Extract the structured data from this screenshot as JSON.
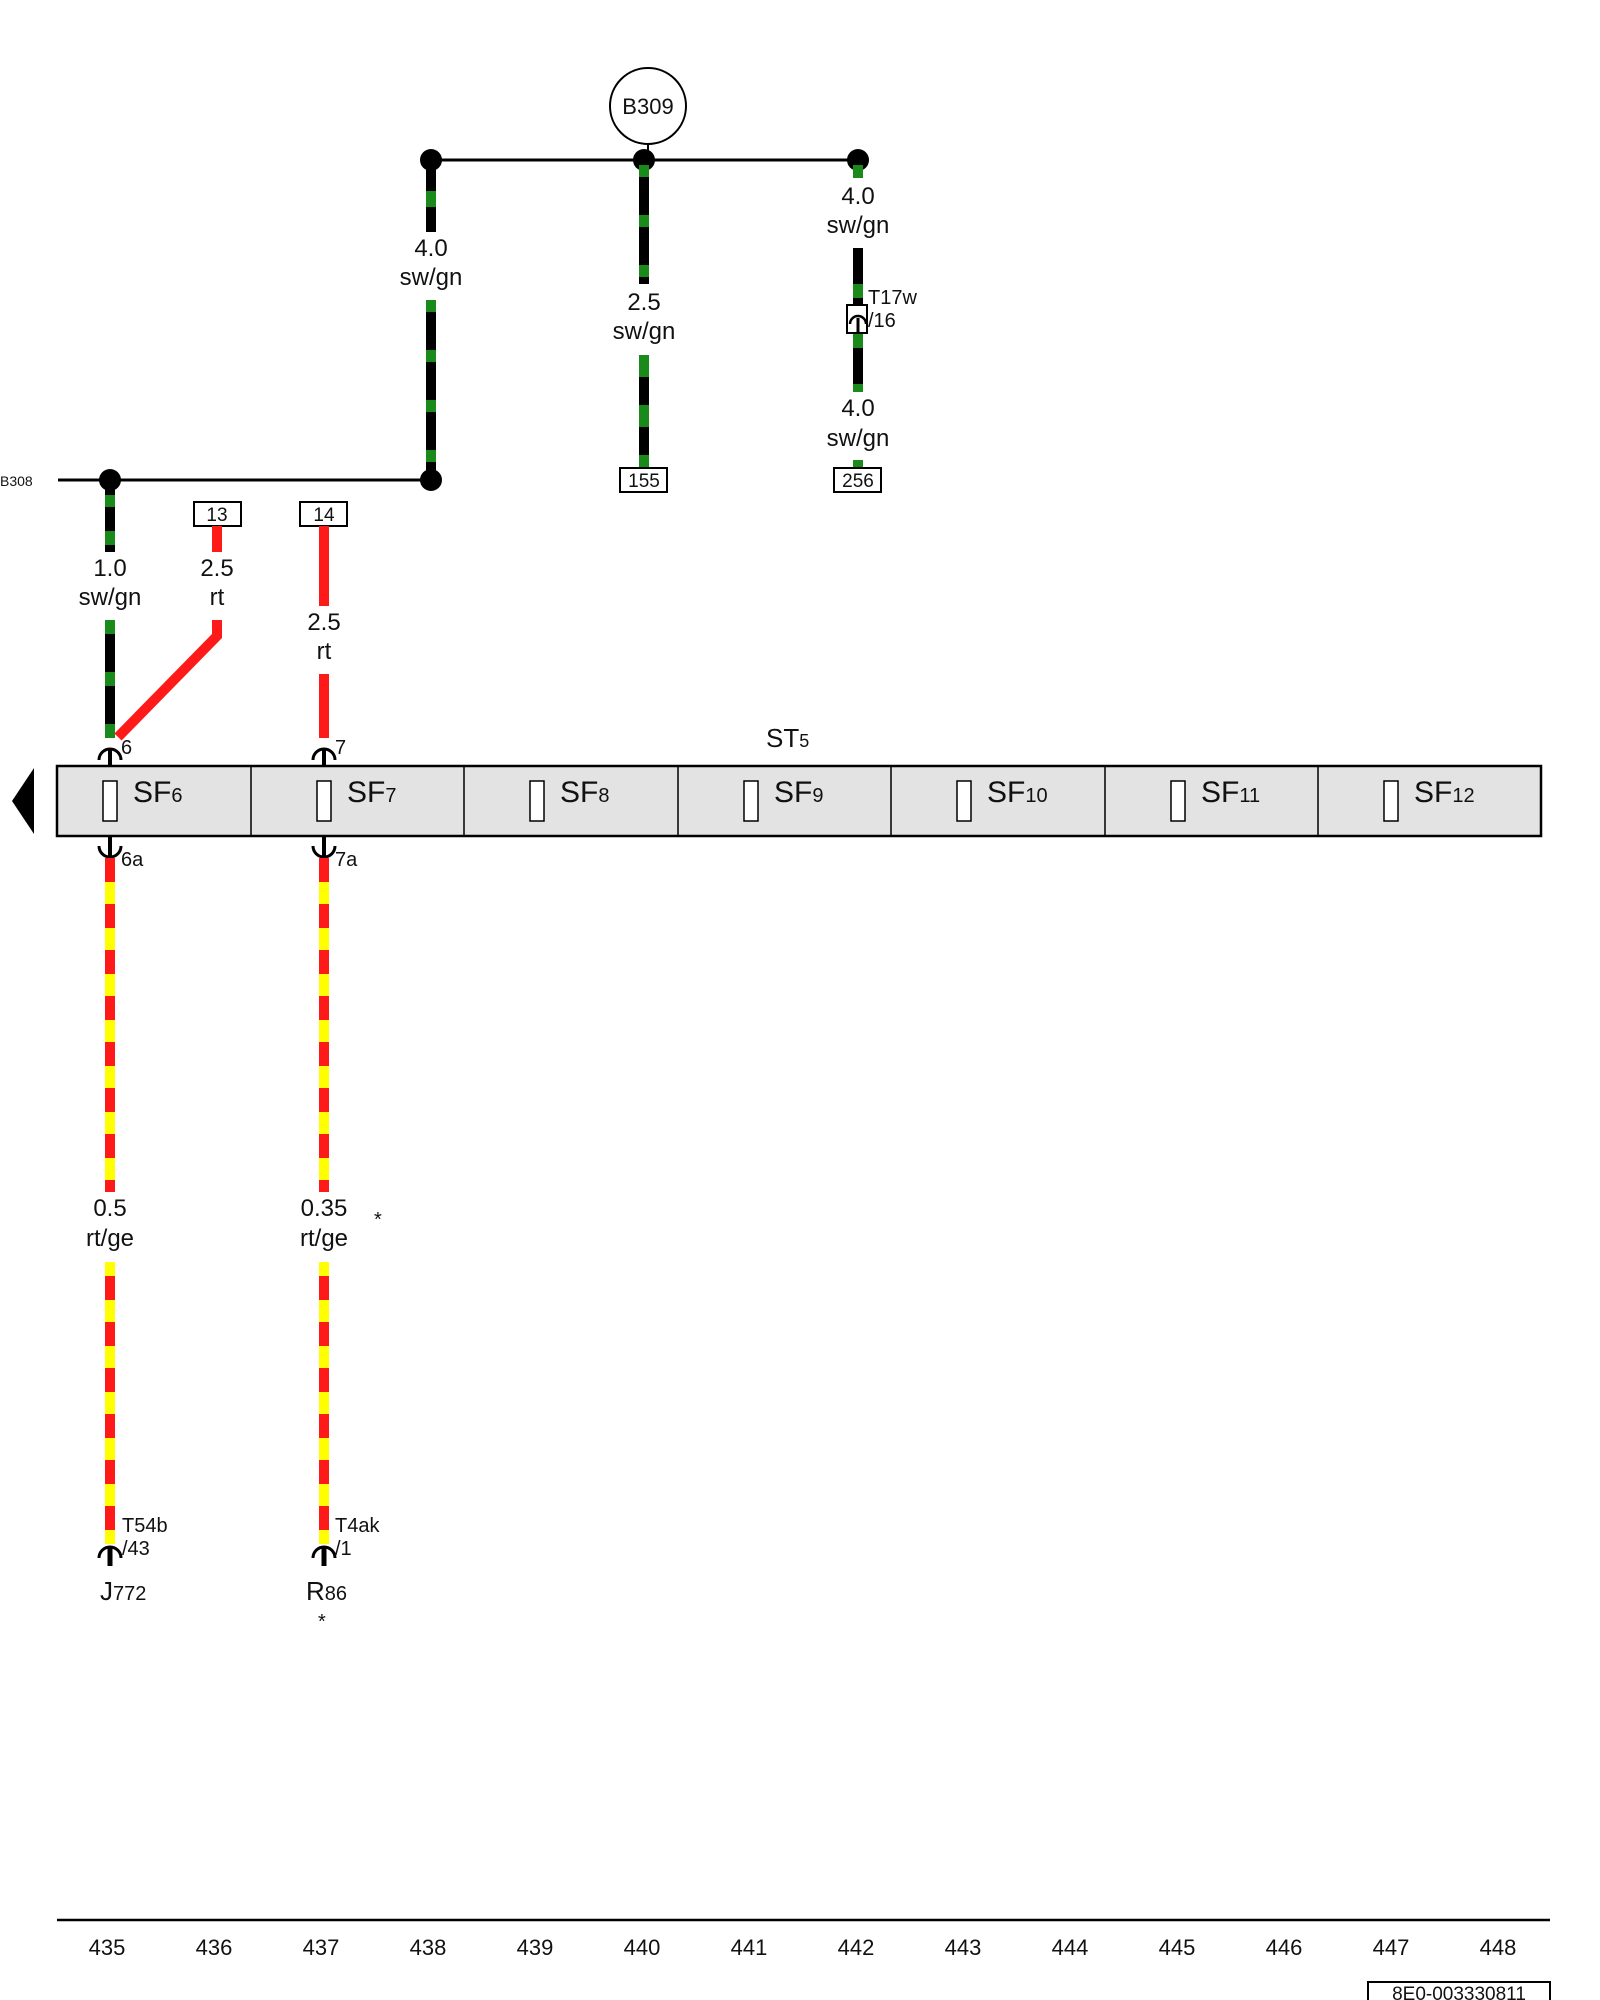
{
  "ground": {
    "label": "B309"
  },
  "ground_left": {
    "label": "B308"
  },
  "relay_carrier": {
    "label": "ST",
    "sub": "5"
  },
  "top_branch_gauges": [
    {
      "size": "4.0",
      "color": "sw/gn"
    },
    {
      "size": "2.5",
      "color": "sw/gn"
    },
    {
      "size": "4.0",
      "color": "sw/gn"
    },
    {
      "size": "4.0",
      "color": "sw/gn"
    }
  ],
  "connector_T17w": {
    "name": "T17w",
    "pin": "/16"
  },
  "ref_boxes": [
    "155",
    "256",
    "13",
    "14"
  ],
  "upper_wires": [
    {
      "size": "1.0",
      "color": "sw/gn"
    },
    {
      "size": "2.5",
      "color": "rt"
    },
    {
      "size": "2.5",
      "color": "rt"
    }
  ],
  "fuse_pins_top": [
    "6",
    "7"
  ],
  "fuse_pins_bottom": [
    "6a",
    "7a"
  ],
  "fuses": [
    {
      "prefix": "SF",
      "num": "6"
    },
    {
      "prefix": "SF",
      "num": "7"
    },
    {
      "prefix": "SF",
      "num": "8"
    },
    {
      "prefix": "SF",
      "num": "9"
    },
    {
      "prefix": "SF",
      "num": "10"
    },
    {
      "prefix": "SF",
      "num": "11"
    },
    {
      "prefix": "SF",
      "num": "12"
    }
  ],
  "lower_wires": [
    {
      "size": "0.5",
      "color": "rt/ge"
    },
    {
      "size": "0.35",
      "color": "rt/ge"
    }
  ],
  "star_mark": "*",
  "end_connectors": [
    {
      "name": "T54b",
      "pin": "/43"
    },
    {
      "name": "T4ak",
      "pin": "/1"
    }
  ],
  "components": [
    {
      "prefix": "J",
      "num": "772"
    },
    {
      "prefix": "R",
      "num": "86"
    }
  ],
  "ruler": [
    "435",
    "436",
    "437",
    "438",
    "439",
    "440",
    "441",
    "442",
    "443",
    "444",
    "445",
    "446",
    "447",
    "448"
  ],
  "doc_id": "8E0-003330811",
  "colors": {
    "black": "#000000",
    "green": "#1a8a1a",
    "red": "#ff1a1a",
    "yellow": "#ffff00",
    "panel": "#e3e3e3"
  }
}
